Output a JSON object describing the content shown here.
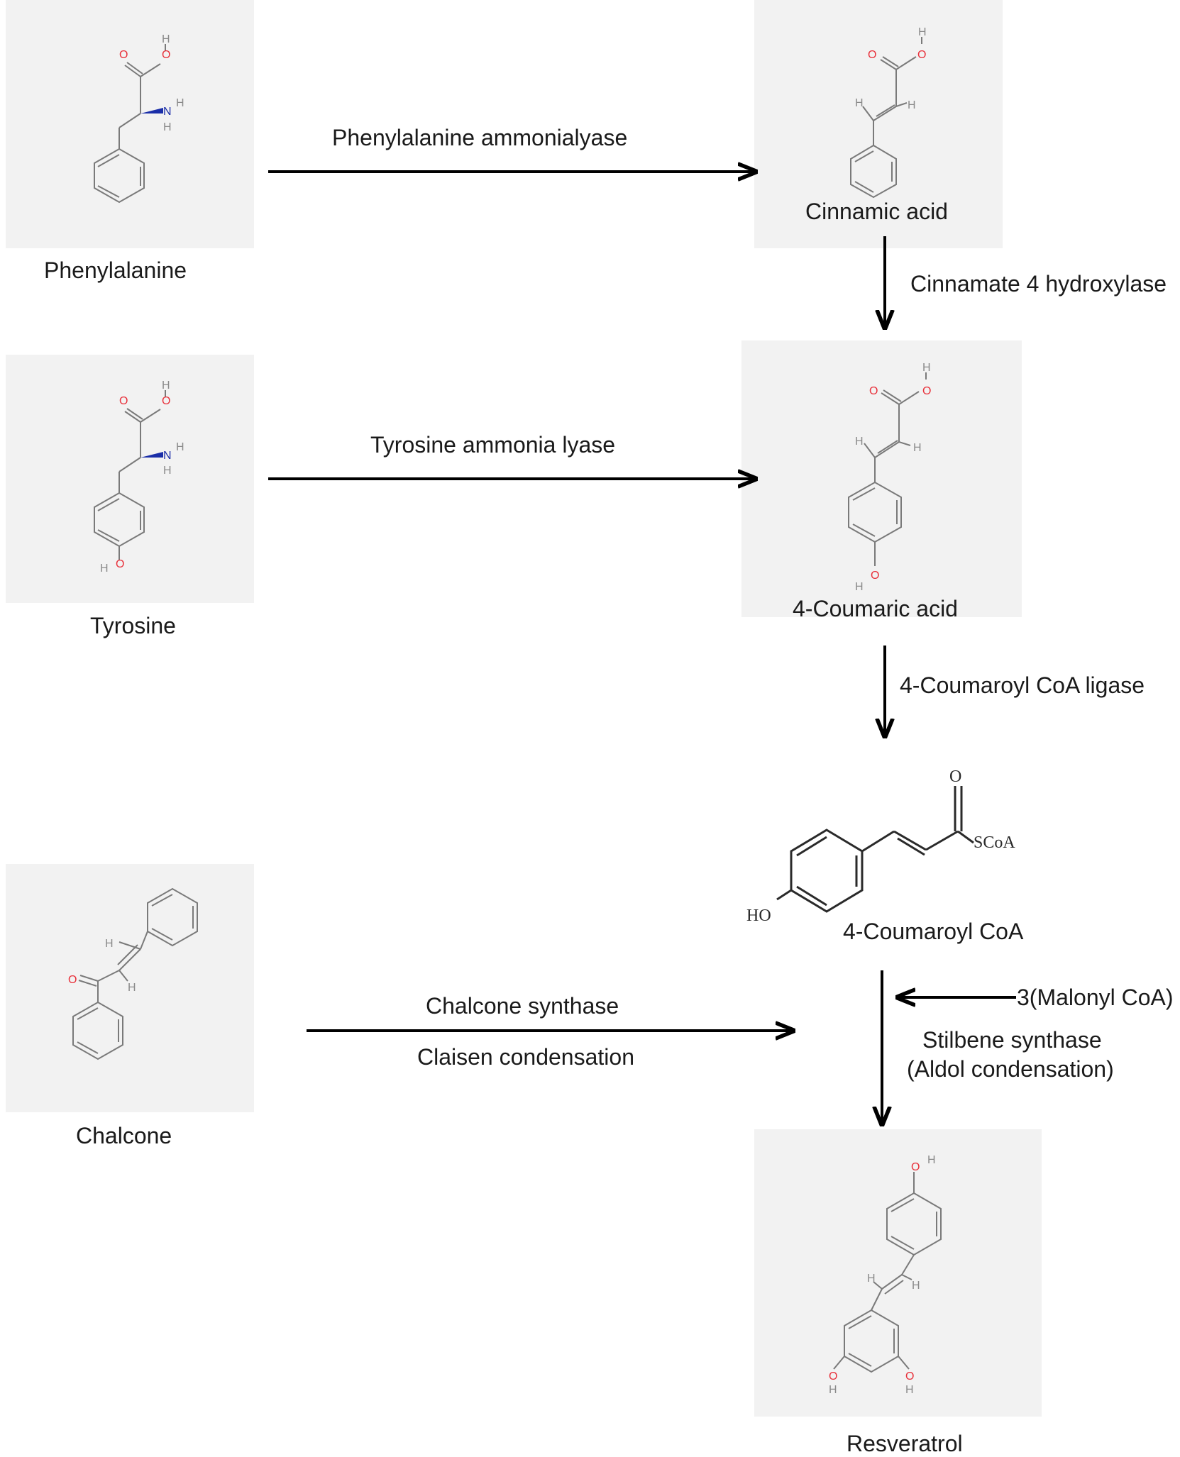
{
  "compounds": {
    "phenylalanine": "Phenylalanine",
    "cinnamic_acid": "Cinnamic acid",
    "tyrosine": "Tyrosine",
    "coumaric_acid": "4-Coumaric acid",
    "coumaroyl_coa": "4-Coumaroyl CoA",
    "chalcone": "Chalcone",
    "resveratrol": "Resveratrol"
  },
  "enzymes": {
    "pal": "Phenylalanine ammonialyase",
    "c4h": "Cinnamate 4 hydroxylase",
    "tal": "Tyrosine ammonia lyase",
    "ccl": "4-Coumaroyl CoA ligase",
    "chs": "Chalcone synthase",
    "claisen": "Claisen condensation",
    "malonyl": "3(Malonyl CoA)",
    "sts": "Stilbene synthase",
    "aldol": "(Aldol condensation)"
  },
  "atoms": {
    "O": "O",
    "H": "H",
    "N": "N",
    "HO": "HO",
    "SCoA": "SCoA"
  },
  "colors": {
    "oxygen": "#e8303a",
    "nitrogen": "#1a2ea8",
    "hydrogen": "#8a8a8a",
    "bond": "#7a7a7a",
    "arrow": "#000000",
    "panel": "#f2f2f2"
  }
}
